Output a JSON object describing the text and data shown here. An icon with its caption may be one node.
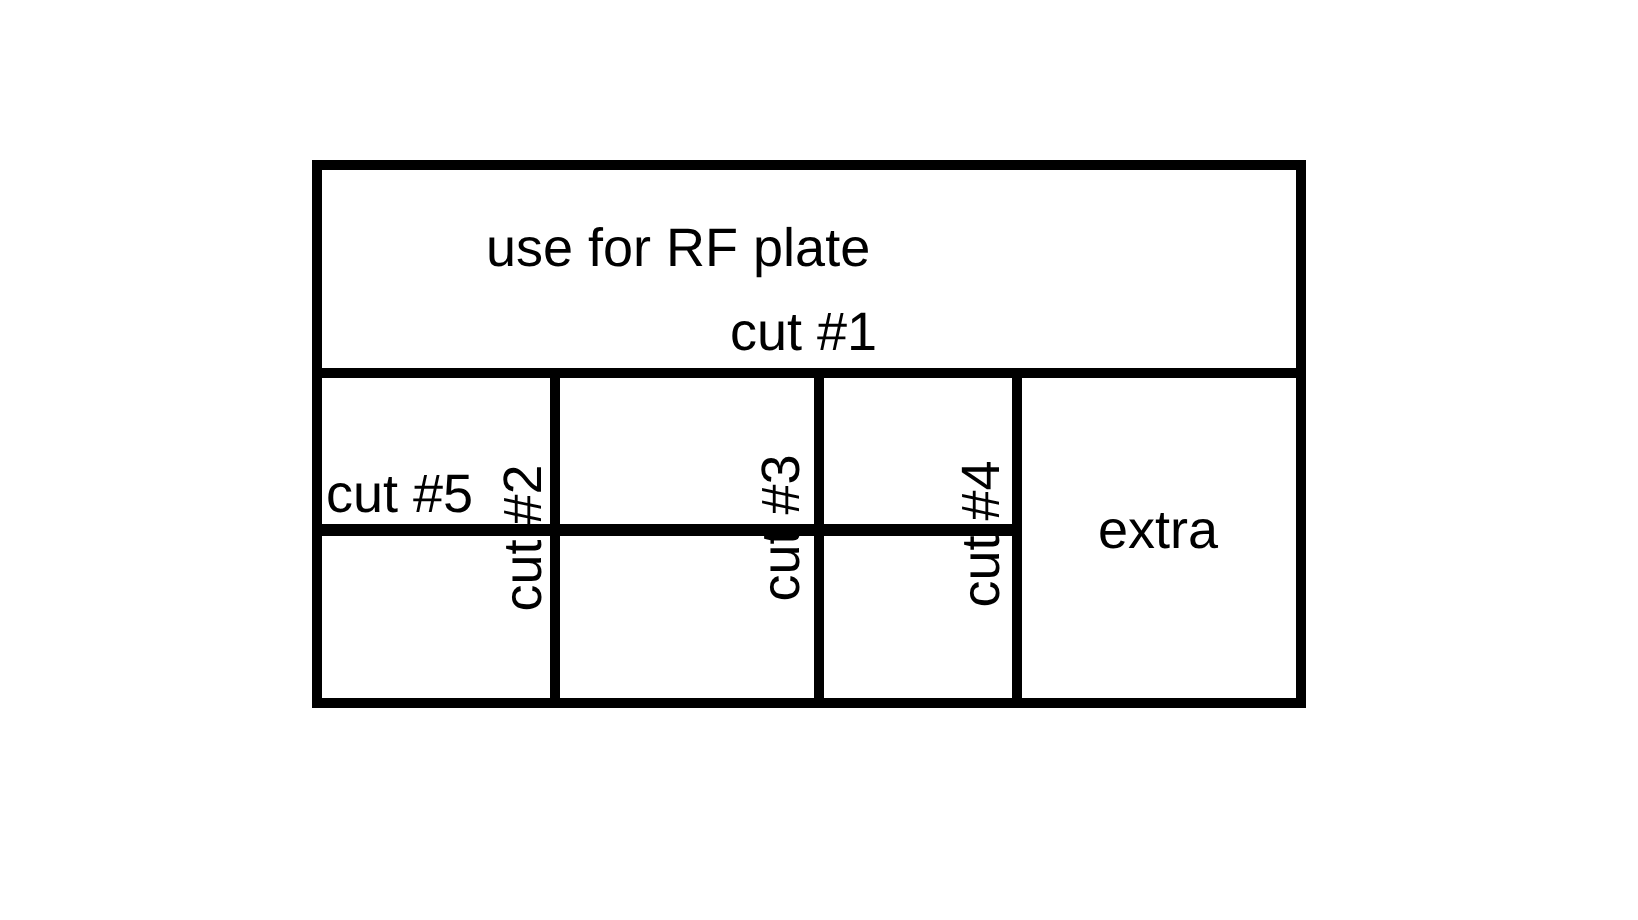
{
  "diagram": {
    "nodes": [
      {
        "text": [
          "use for RF plate"
        ]
      },
      {
        "text": [],
        "shape": "box"
      },
      {
        "text": [],
        "shape": "box"
      },
      {
        "text": [],
        "shape": "box"
      },
      {
        "text": [
          "extra"
        ]
      },
      {
        "text": [],
        "shape": "box"
      },
      {
        "text": [],
        "shape": "box"
      },
      {
        "text": [],
        "shape": "box"
      }
    ],
    "labels": [
      "cut #1",
      "cut #5",
      "cut #2",
      "cut #3",
      "cut #4"
    ]
  }
}
